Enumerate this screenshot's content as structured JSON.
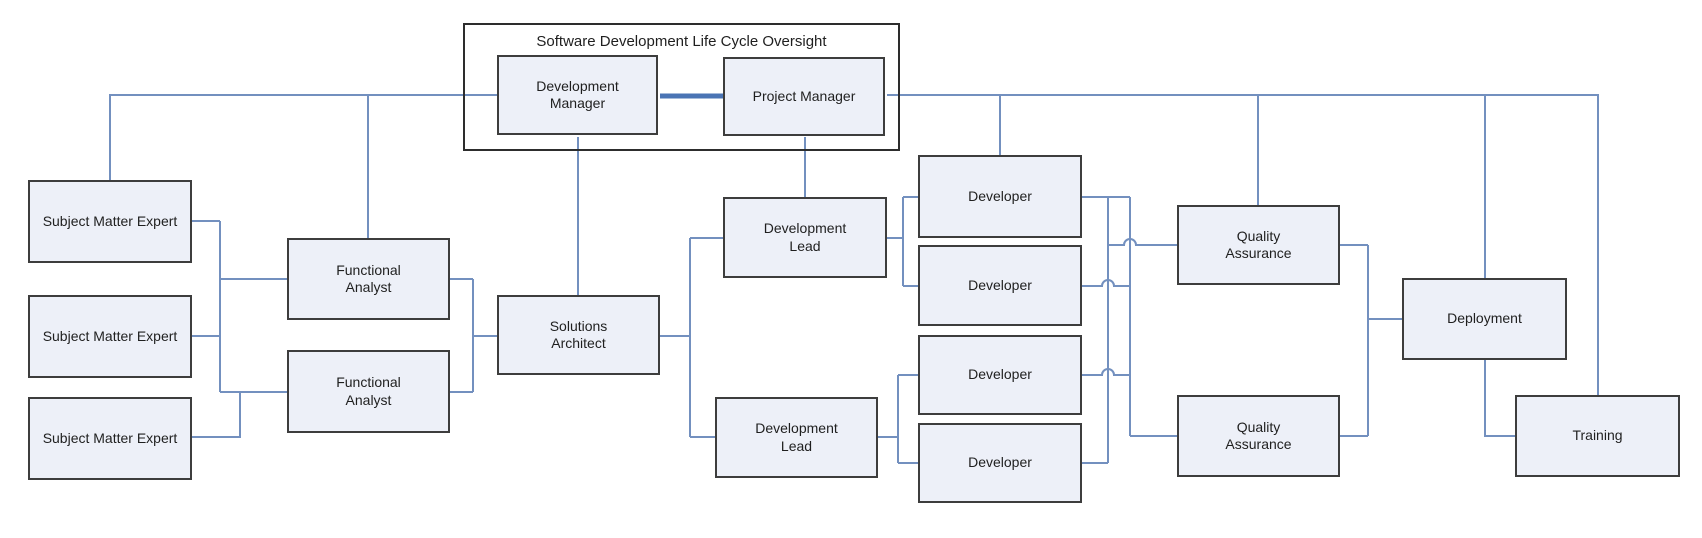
{
  "diagram": {
    "title": "Software Development Life Cycle Oversight",
    "colors": {
      "connector": "#7390bf",
      "connector_bold": "#4a74b4",
      "node_fill": "#edf0f8",
      "node_border": "#3d3d3d",
      "group_border": "#2d2d2d",
      "text": "#1f1f1f",
      "background": "#ffffff"
    },
    "nodes": {
      "oversight": {
        "label": "Software Development Life Cycle Oversight"
      },
      "development_manager": {
        "label": "Development Manager"
      },
      "project_manager": {
        "label": "Project Manager"
      },
      "subject_matter_expert_1": {
        "label": "Subject Matter Expert"
      },
      "subject_matter_expert_2": {
        "label": "Subject Matter Expert"
      },
      "subject_matter_expert_3": {
        "label": "Subject Matter Expert"
      },
      "functional_analyst_1": {
        "label": "Functional Analyst"
      },
      "functional_analyst_2": {
        "label": "Functional Analyst"
      },
      "solutions_architect": {
        "label": "Solutions Architect"
      },
      "development_lead_1": {
        "label": "Development Lead"
      },
      "development_lead_2": {
        "label": "Development Lead"
      },
      "developer_1": {
        "label": "Developer"
      },
      "developer_2": {
        "label": "Developer"
      },
      "developer_3": {
        "label": "Developer"
      },
      "developer_4": {
        "label": "Developer"
      },
      "quality_assurance_1": {
        "label": "Quality Assurance"
      },
      "quality_assurance_2": {
        "label": "Quality Assurance"
      },
      "deployment": {
        "label": "Deployment"
      },
      "training": {
        "label": "Training"
      }
    },
    "edges": [
      {
        "from": "development_manager",
        "to": "project_manager",
        "style": "bold"
      },
      {
        "from": "development_manager",
        "to": "subject_matter_expert_1"
      },
      {
        "from": "development_manager",
        "to": "functional_analyst_1"
      },
      {
        "from": "development_manager",
        "to": "solutions_architect"
      },
      {
        "from": "project_manager",
        "to": "development_lead_1"
      },
      {
        "from": "project_manager",
        "to": "developer_1"
      },
      {
        "from": "project_manager",
        "to": "quality_assurance_1"
      },
      {
        "from": "project_manager",
        "to": "deployment"
      },
      {
        "from": "project_manager",
        "to": "training"
      },
      {
        "from": "subject_matter_expert_1",
        "to": "functional_analyst_1"
      },
      {
        "from": "subject_matter_expert_2",
        "to": "functional_analyst_1"
      },
      {
        "from": "subject_matter_expert_2",
        "to": "functional_analyst_2"
      },
      {
        "from": "subject_matter_expert_3",
        "to": "functional_analyst_2"
      },
      {
        "from": "functional_analyst_1",
        "to": "solutions_architect"
      },
      {
        "from": "functional_analyst_2",
        "to": "solutions_architect"
      },
      {
        "from": "solutions_architect",
        "to": "development_lead_1"
      },
      {
        "from": "solutions_architect",
        "to": "development_lead_2"
      },
      {
        "from": "development_lead_1",
        "to": "developer_1"
      },
      {
        "from": "development_lead_1",
        "to": "developer_2"
      },
      {
        "from": "development_lead_2",
        "to": "developer_3"
      },
      {
        "from": "development_lead_2",
        "to": "developer_4"
      },
      {
        "from": "developer_1",
        "to": "quality_assurance_1"
      },
      {
        "from": "developer_2",
        "to": "quality_assurance_2"
      },
      {
        "from": "developer_3",
        "to": "quality_assurance_2"
      },
      {
        "from": "developer_4",
        "to": "quality_assurance_1"
      },
      {
        "from": "quality_assurance_1",
        "to": "deployment"
      },
      {
        "from": "quality_assurance_2",
        "to": "deployment"
      },
      {
        "from": "deployment",
        "to": "training"
      }
    ]
  }
}
